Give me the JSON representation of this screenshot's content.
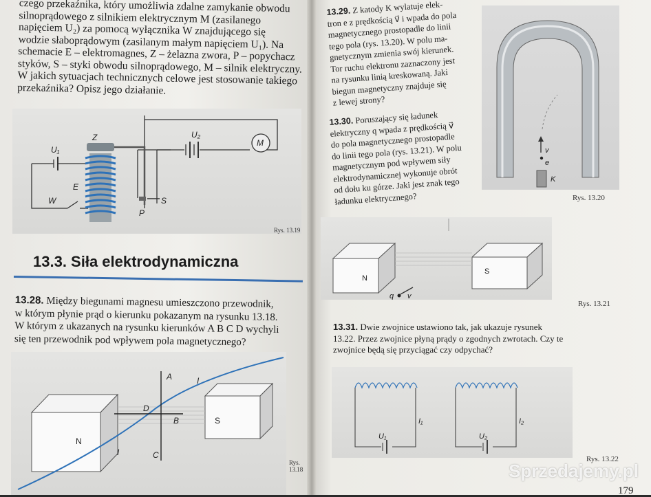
{
  "left_page": {
    "intro_lines": [
      "czego przekaźnika, który umożliwia zdalne zamykanie obwodu",
      "silnoprądowego z silnikiem elektrycznym M (zasilanego",
      "napięciem U₂) za pomocą wyłącznika W znajdującego się",
      "wodzie słaboprądowym (zasilanym małym napięciem U₁). Na",
      "schemacie E – elektromagnes, Z – żelazna zwora, P – popychacz",
      "styków, S – styki obwodu silnoprądowego, M – silnik elektryczny.",
      "W jakich sytuacjach technicznych celowe jest stosowanie takiego",
      "przekaźnika? Opisz jego działanie."
    ],
    "fig_relay": {
      "labels": [
        "U₁",
        "Z",
        "E",
        "W",
        "P",
        "S",
        "U₂",
        "M"
      ],
      "caption": "Rys. 13.19"
    },
    "section_title": "13.3. Siła elektrodynamiczna",
    "problem_1328": {
      "number": "13.28.",
      "lines": [
        "Między biegunami magnesu umieszczono przewodnik,",
        "w którym płynie prąd o kierunku pokazanym na rysunku 13.18.",
        "W którym z ukazanych na rysunku kierunków A B C D wychyli",
        "się ten przewodnik pod wpływem pola magnetycznego?"
      ]
    },
    "fig_wire": {
      "labels": [
        "A",
        "B",
        "C",
        "D",
        "I",
        "I",
        "N",
        "S"
      ],
      "caption": "Rys. 13.18"
    }
  },
  "right_page": {
    "problem_1329": {
      "number": "13.29.",
      "lines": [
        "Z katody K wylatuje elek-",
        "tron e z prędkością v⃗ i wpada do pola",
        "magnetycznego prostopadle do linii",
        "tego pola (rys. 13.20). W polu ma-",
        "gnetycznym zmienia swój kierunek.",
        "Tor ruchu elektronu zaznaczony jest",
        "na rysunku linią kreskowaną. Jaki",
        "biegun magnetyczny znajduje się",
        "z lewej strony?"
      ]
    },
    "problem_1330": {
      "number": "13.30.",
      "lines": [
        "Poruszający się ładunek",
        "elektryczny q wpada z prędkością v⃗",
        "do pola magnetycznego prostopadle",
        "do linii tego pola (rys. 13.21). W polu",
        "magnetycznym pod wpływem siły",
        "elektrodynamicznej wykonuje obrót",
        "od dołu ku górze. Jaki jest znak tego",
        "ładunku elektrycznego?"
      ]
    },
    "fig_horseshoe": {
      "labels": [
        "v",
        "e",
        "K"
      ],
      "caption": "Rys. 13.20"
    },
    "fig_magnets": {
      "labels": [
        "N",
        "S",
        "q",
        "v"
      ],
      "caption": "Rys. 13.21"
    },
    "problem_1331": {
      "number": "13.31.",
      "lines": [
        "Dwie zwojnice ustawiono tak, jak ukazuje rysunek",
        "13.22. Przez zwojnice płyną prądy o zgodnych zwrotach. Czy te",
        "zwojnice będą się przyciągać czy odpychać?"
      ]
    },
    "fig_coils": {
      "labels": [
        "I₁",
        "U₁",
        "I₂",
        "U₂"
      ],
      "caption": "Rys. 13.22"
    },
    "page_number": "179"
  },
  "watermark": "Sprzedajemy.pl"
}
